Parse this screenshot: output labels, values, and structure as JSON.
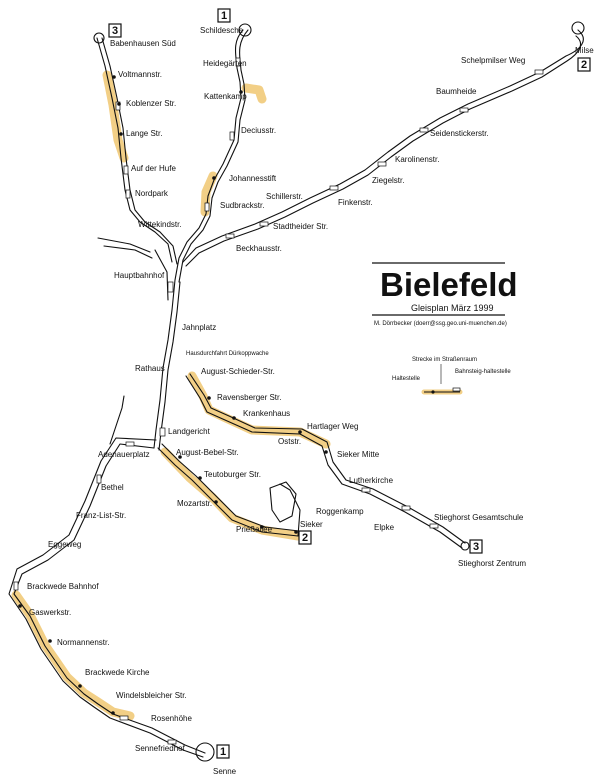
{
  "title": "Bielefeld",
  "subtitle": "Gleisplan März 1999",
  "credit": "M. Dörrbecker (doerr@ssg.geo.uni-muenchen.de)",
  "legend": {
    "street": "Strecke im Straßenraum",
    "stop": "Haltestelle",
    "platform": "Bahnsteig-haltestelle"
  },
  "notes": {
    "depot": "Hausdurchfahrt Dürkoppwache"
  },
  "colors": {
    "street_section": "#f2cf86",
    "track": "#111111"
  },
  "terminals": [
    {
      "line": "1",
      "at": "Schildesche"
    },
    {
      "line": "3",
      "at": "Babenhausen Süd"
    },
    {
      "line": "2",
      "at": "Milse"
    },
    {
      "line": "2",
      "at": "Sieker"
    },
    {
      "line": "3",
      "at": "Stieghorst Zentrum"
    },
    {
      "line": "1",
      "at": "Senne"
    }
  ],
  "stations": [
    "Schildesche",
    "Heidegärten",
    "Kattenkamp",
    "Deciusstr.",
    "Johannesstift",
    "Sudbrackstr.",
    "Beckhausstr.",
    "Babenhausen Süd",
    "Voltmannstr.",
    "Koblenzer Str.",
    "Lange Str.",
    "Auf der Hufe",
    "Nordpark",
    "Wittekindstr.",
    "Schelpmilser Weg",
    "Milse",
    "Baumheide",
    "Seidenstickerstr.",
    "Karolinenstr.",
    "Ziegelstr.",
    "Finkenstr.",
    "Schillerstr.",
    "Stadtheider Str.",
    "Hauptbahnhof",
    "Jahnplatz",
    "Rathaus",
    "August-Schieder-Str.",
    "Ravensberger Str.",
    "Krankenhaus",
    "Hartlager Weg",
    "Oststr.",
    "Sieker Mitte",
    "Lutherkirche",
    "Roggenkamp",
    "Elpke",
    "Stieghorst Gesamtschule",
    "Stieghorst Zentrum",
    "Landgericht",
    "Adenauerplatz",
    "August-Bebel-Str.",
    "Teutoburger Str.",
    "Mozartstr.",
    "Prießallee",
    "Sieker",
    "Bethel",
    "Franz-List-Str.",
    "Eggeweg",
    "Brackwede Bahnhof",
    "Gaswerkstr.",
    "Normannenstr.",
    "Brackwede Kirche",
    "Windelsbleicher Str.",
    "Rosenhöhe",
    "Sennefriedhof",
    "Senne"
  ]
}
